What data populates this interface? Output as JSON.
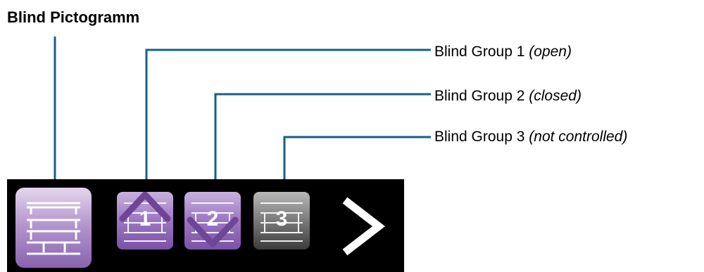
{
  "title": "Blind Pictogramm",
  "callouts": [
    {
      "label": "Blind Group 1",
      "state": "(open)"
    },
    {
      "label": "Blind Group 2",
      "state": "(closed)"
    },
    {
      "label": "Blind Group 3",
      "state": "(not controlled)"
    }
  ],
  "tiles": [
    {
      "number": "1",
      "state": "open",
      "color": "#8f67b7"
    },
    {
      "number": "2",
      "state": "closed",
      "color": "#8f67b7"
    },
    {
      "number": "3",
      "state": "not-controlled",
      "color": "#6a6a6a"
    }
  ],
  "colors": {
    "leader_line": "#1b5f86",
    "bar_background": "#000000",
    "purple": "#8f67b7",
    "grey": "#6a6a6a"
  },
  "icons": [
    "blind-pictogram-icon",
    "chevron-right-icon"
  ]
}
